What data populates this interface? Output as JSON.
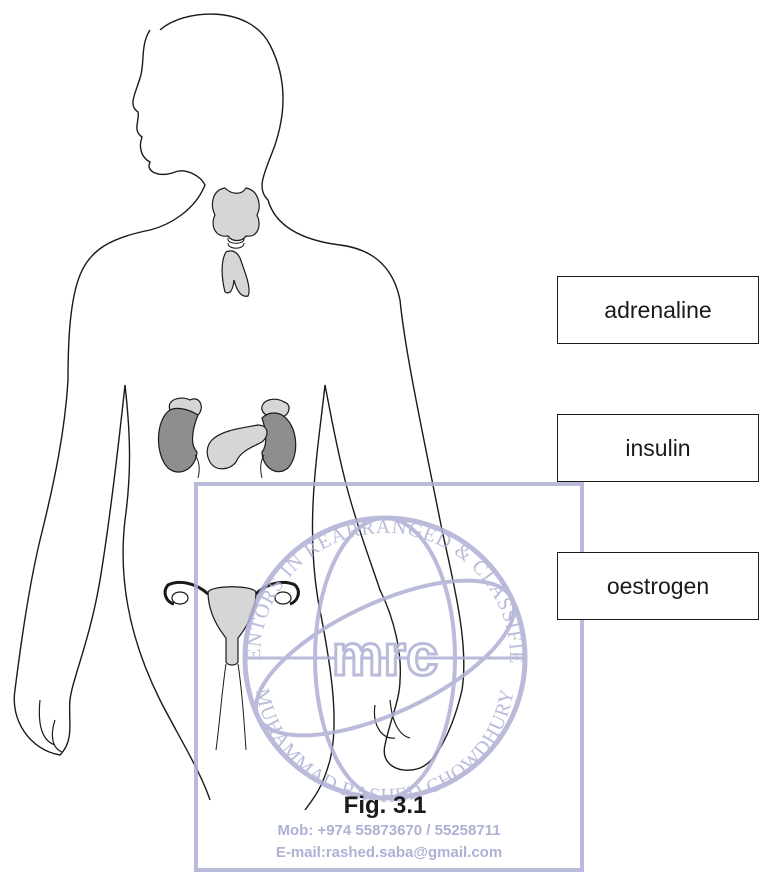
{
  "labels": {
    "adrenaline": "adrenaline",
    "insulin": "insulin",
    "oestrogen": "oestrogen"
  },
  "figure": {
    "caption": "Fig. 3.1"
  },
  "watermark": {
    "ring_top": "MENTORS IN REARRANGED & CLASSIFIED",
    "ring_bottom": "MUHAMMAD RASHED CHOWDHURY",
    "logo": "mrc",
    "mobile": "Mob:  +974 55873670 / 55258711",
    "email": "E-mail:rashed.saba@gmail.com"
  },
  "colors": {
    "outline": "#1a1a1a",
    "organ_light": "#d6d6d6",
    "organ_dark": "#8e8e8e",
    "watermark": "#aeb0d4"
  }
}
